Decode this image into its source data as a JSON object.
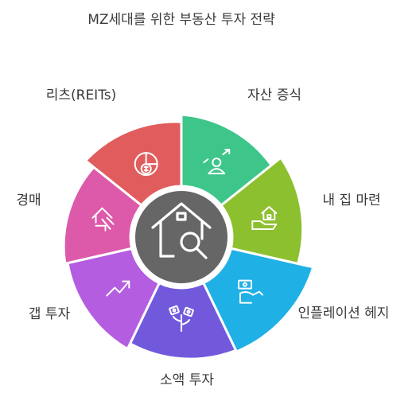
{
  "title": "MZ세대를 위한 부동산 투자 전략",
  "center": {
    "icon": "house-search-icon",
    "color": "#666666"
  },
  "segments": [
    {
      "id": "asset-growth",
      "label": "자산 증식",
      "icon": "person-growth-icon",
      "color": "#3dc58a"
    },
    {
      "id": "home-buying",
      "label": "내 집 마련",
      "icon": "house-hand-icon",
      "color": "#8dc02f"
    },
    {
      "id": "inflation-hedge",
      "label": "인플레이션 헤지",
      "icon": "money-hand-icon",
      "color": "#1fb0e6"
    },
    {
      "id": "small-investment",
      "label": "소액 투자",
      "icon": "coins-plant-icon",
      "color": "#7259dc"
    },
    {
      "id": "gap-investment",
      "label": "갭 투자",
      "icon": "trend-up-icon",
      "color": "#b45de0"
    },
    {
      "id": "auction",
      "label": "경매",
      "icon": "house-hammer-icon",
      "color": "#dc5aa9"
    },
    {
      "id": "reits",
      "label": "리츠(REITs)",
      "icon": "pie-coin-icon",
      "color": "#e15d5d"
    }
  ]
}
